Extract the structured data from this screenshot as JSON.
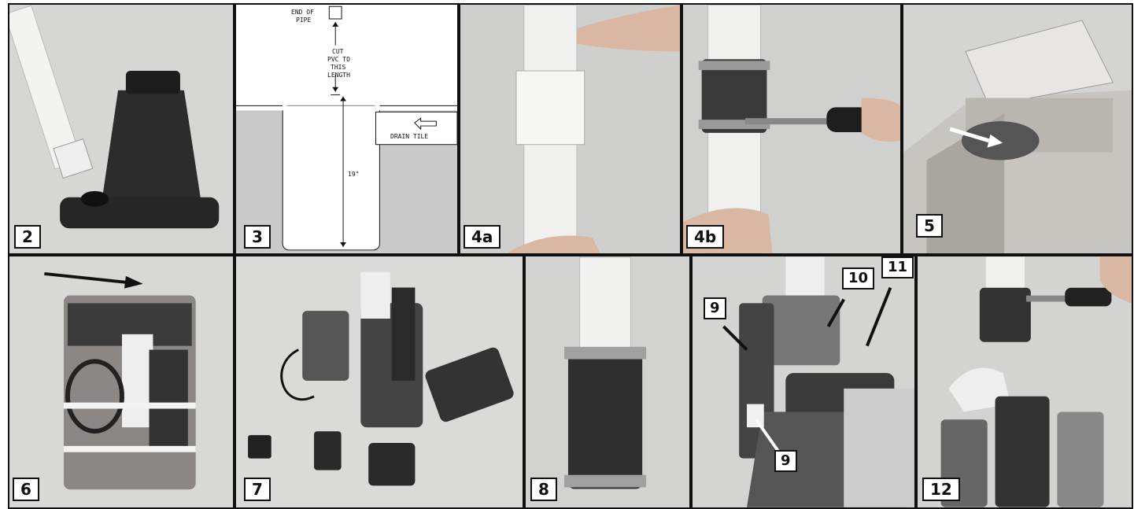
{
  "panels": {
    "p2": {
      "step": "2"
    },
    "p3": {
      "step": "3",
      "diagram": {
        "end_of_pipe": [
          "END OF",
          "PIPE"
        ],
        "cut_note": [
          "CUT",
          "PVC TO",
          "THIS",
          "LENGTH"
        ],
        "drain_tile": "DRAIN TILE",
        "depth": "19\""
      }
    },
    "p4a": {
      "step": "4a"
    },
    "p4b": {
      "step": "4b"
    },
    "p5": {
      "step": "5"
    },
    "p6": {
      "step": "6"
    },
    "p7": {
      "step": "7"
    },
    "p8": {
      "step": "8"
    },
    "p9": {
      "step": "",
      "callouts": {
        "c9a": "9",
        "c9b": "9",
        "c10": "10",
        "c11": "11"
      }
    },
    "p12": {
      "step": "12"
    }
  },
  "colors": {
    "frame": "#111111",
    "photo_bg": "#d8d8d6",
    "pump_dark": "#2e2e2e",
    "pvc_white": "#f1f1ef",
    "coupling": "#3a3a3a",
    "clamp": "#9a9a9a"
  }
}
